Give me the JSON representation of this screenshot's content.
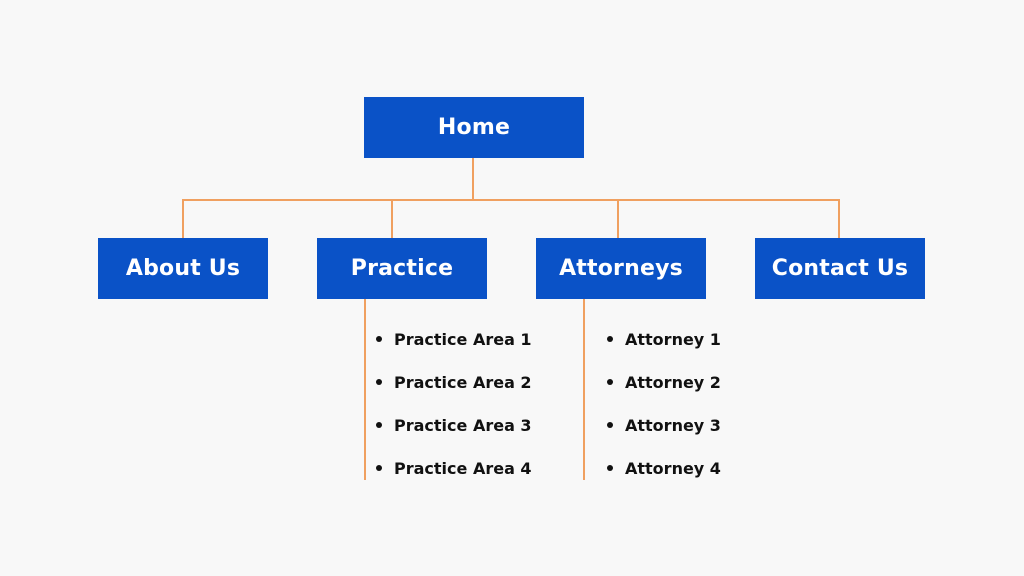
{
  "colors": {
    "background": "#f8f8f8",
    "node_fill": "#0a52c7",
    "node_text": "#ffffff",
    "connector": "#f0a060",
    "list_text": "#111111"
  },
  "root": {
    "label": "Home"
  },
  "children": [
    {
      "label": "About Us"
    },
    {
      "label": "Practice",
      "items": [
        "Practice Area 1",
        "Practice Area 2",
        "Practice Area 3",
        "Practice Area 4"
      ]
    },
    {
      "label": "Attorneys",
      "items": [
        "Attorney 1",
        "Attorney 2",
        "Attorney 3",
        "Attorney 4"
      ]
    },
    {
      "label": "Contact Us"
    }
  ]
}
